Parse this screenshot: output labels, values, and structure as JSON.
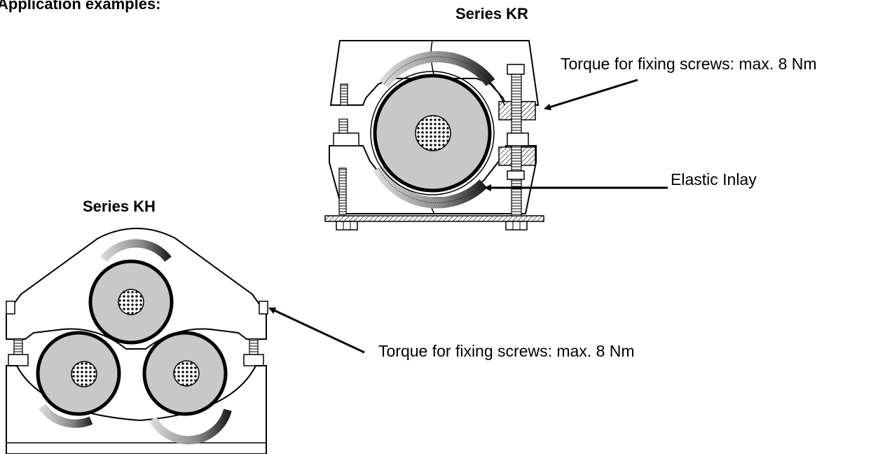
{
  "heading": "Application examples:",
  "kr": {
    "title": "Series KR",
    "torque_label": "Torque for fixing screws: max. 8 Nm",
    "inlay_label": "Elastic Inlay"
  },
  "kh": {
    "title": "Series KH",
    "torque_label": "Torque for fixing screws: max. 8 Nm"
  },
  "colors": {
    "cable_fill": "#c8c8c8",
    "line": "#000000",
    "background": "#ffffff"
  }
}
